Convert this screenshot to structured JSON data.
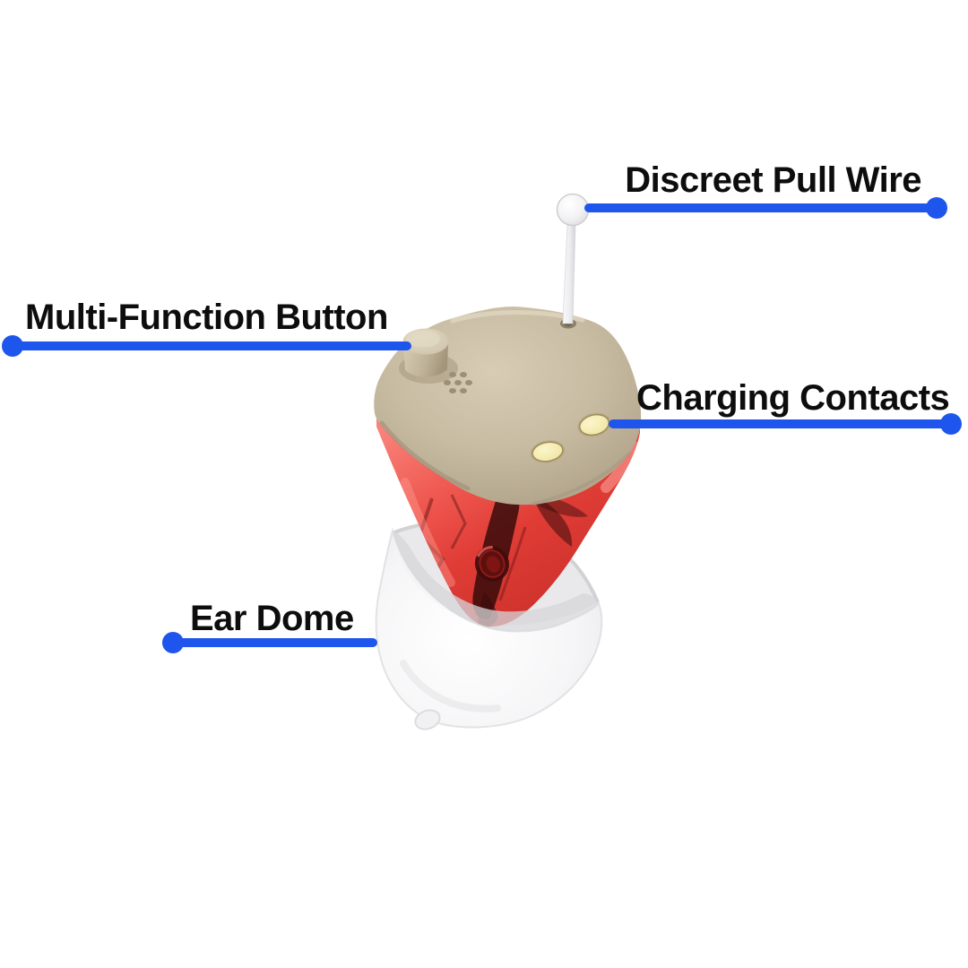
{
  "colors": {
    "accent_blue": "#1e55ec",
    "label_text": "#0d0d0d",
    "background": "#ffffff",
    "faceplate_tan": "#c9bfa6",
    "shell_red": "#e0453e",
    "contact_gold": "#f7efbe",
    "dome_white": "#f2f2f4"
  },
  "callouts": [
    {
      "id": "discreet-pull-wire",
      "label": "Discreet Pull Wire",
      "side": "right"
    },
    {
      "id": "multi-function-button",
      "label": "Multi-Function Button",
      "side": "left"
    },
    {
      "id": "charging-contacts",
      "label": "Charging Contacts",
      "side": "right"
    },
    {
      "id": "ear-dome",
      "label": "Ear Dome",
      "side": "left"
    }
  ],
  "illustration": {
    "name": "in-ear-hearing-aid",
    "parts": [
      "pull wire ball",
      "tan faceplate",
      "multi-function button",
      "microphone ports",
      "charging contacts",
      "red translucent shell",
      "vent opening",
      "silicone ear dome"
    ]
  }
}
